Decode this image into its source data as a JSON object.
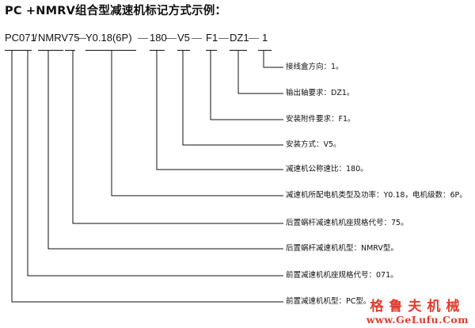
{
  "title": "PC +NMRV组合型减速机标记方式示例：",
  "code": {
    "parts": [
      "PC071",
      "/",
      "NMRV75",
      "Y0.18(6P)",
      "180",
      "V5",
      "F1",
      "DZ1",
      "1"
    ],
    "separators": [
      "—",
      "—",
      "—",
      "—",
      "—",
      "—"
    ]
  },
  "annotations": [
    "接线盒方向：1。",
    "输出轴要求：DZ1。",
    "安装附件要求：F1。",
    "安装方式：V5。",
    "减速机公称速比：180。",
    "减速机所配电机类型及功率：Y0.18，电机级数：6P。",
    "后置蜗杆减速机机座规格代号：75。",
    "后置蜗杆减速机机型：NMRV型。",
    "前置减速机机座规格代号：071。",
    "前置减速机机型：PC型。"
  ],
  "watermark": {
    "chinese": "格鲁夫机械",
    "url": "www.GeLufu.Com"
  },
  "colors": {
    "text": "#111111",
    "lines": "#111111",
    "watermark": "#e23b2b"
  }
}
